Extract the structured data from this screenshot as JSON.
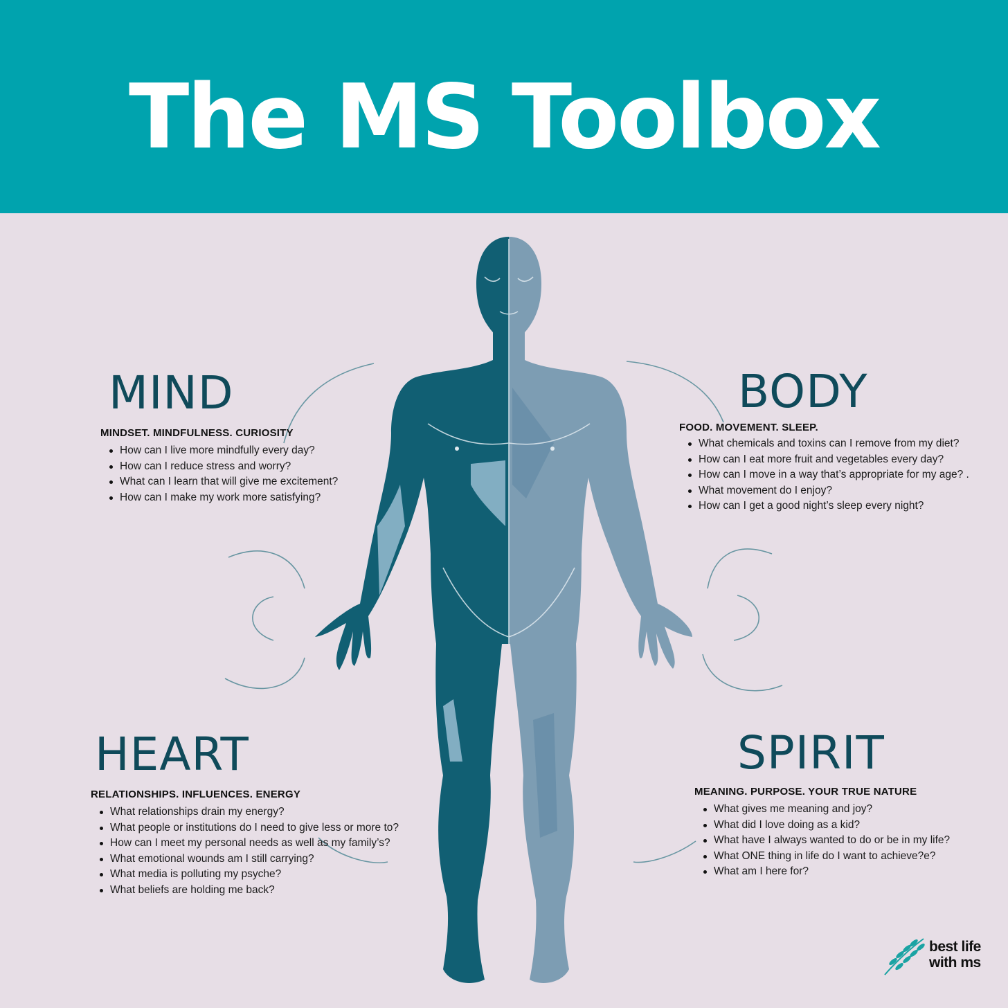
{
  "title": "The MS Toolbox",
  "colors": {
    "banner": "#00a3ae",
    "background": "#e7dee6",
    "figure_dark": "#115f73",
    "figure_light": "#7d9db3",
    "heading": "#0f4a5a"
  },
  "sections": {
    "mind": {
      "heading": "MIND",
      "subtitle": "MINDSET. MINDFULNESS. CURIOSITY",
      "items": [
        "How can I live more mindfully every day?",
        "How can I reduce stress and worry?",
        "What can I learn that will give me excitement?",
        "How can I make my work more satisfying?"
      ]
    },
    "body": {
      "heading": "BODY",
      "subtitle": "FOOD. MOVEMENT. SLEEP.",
      "items": [
        "What chemicals and toxins can I remove from my diet?",
        "How can I eat more fruit and vegetables every day?",
        "How can I move in a way that’s appropriate for my age? .",
        "What movement do I enjoy?",
        "How can I get a good night’s sleep every night?"
      ]
    },
    "heart": {
      "heading": "HEART",
      "subtitle": "RELATIONSHIPS. INFLUENCES. ENERGY",
      "items": [
        "What relationships drain my energy?",
        "What people or institutions do I need to give less or more to?",
        "How can I meet my personal needs as well as my family’s?",
        "What emotional wounds am I still carrying?",
        "What media is polluting my psyche?",
        "What beliefs are holding me back?"
      ]
    },
    "spirit": {
      "heading": "SPIRIT",
      "subtitle": "MEANING. PURPOSE. YOUR TRUE NATURE",
      "items": [
        "What gives me meaning and joy?",
        "What did I love doing as a kid?",
        "What have I always wanted to do or be in my life?",
        "What ONE thing  in life do I want to achieve?e?",
        "What am I here for?"
      ]
    }
  },
  "logo": {
    "line1": "best life",
    "line2": "with ms",
    "icon": "leaf-icon"
  }
}
